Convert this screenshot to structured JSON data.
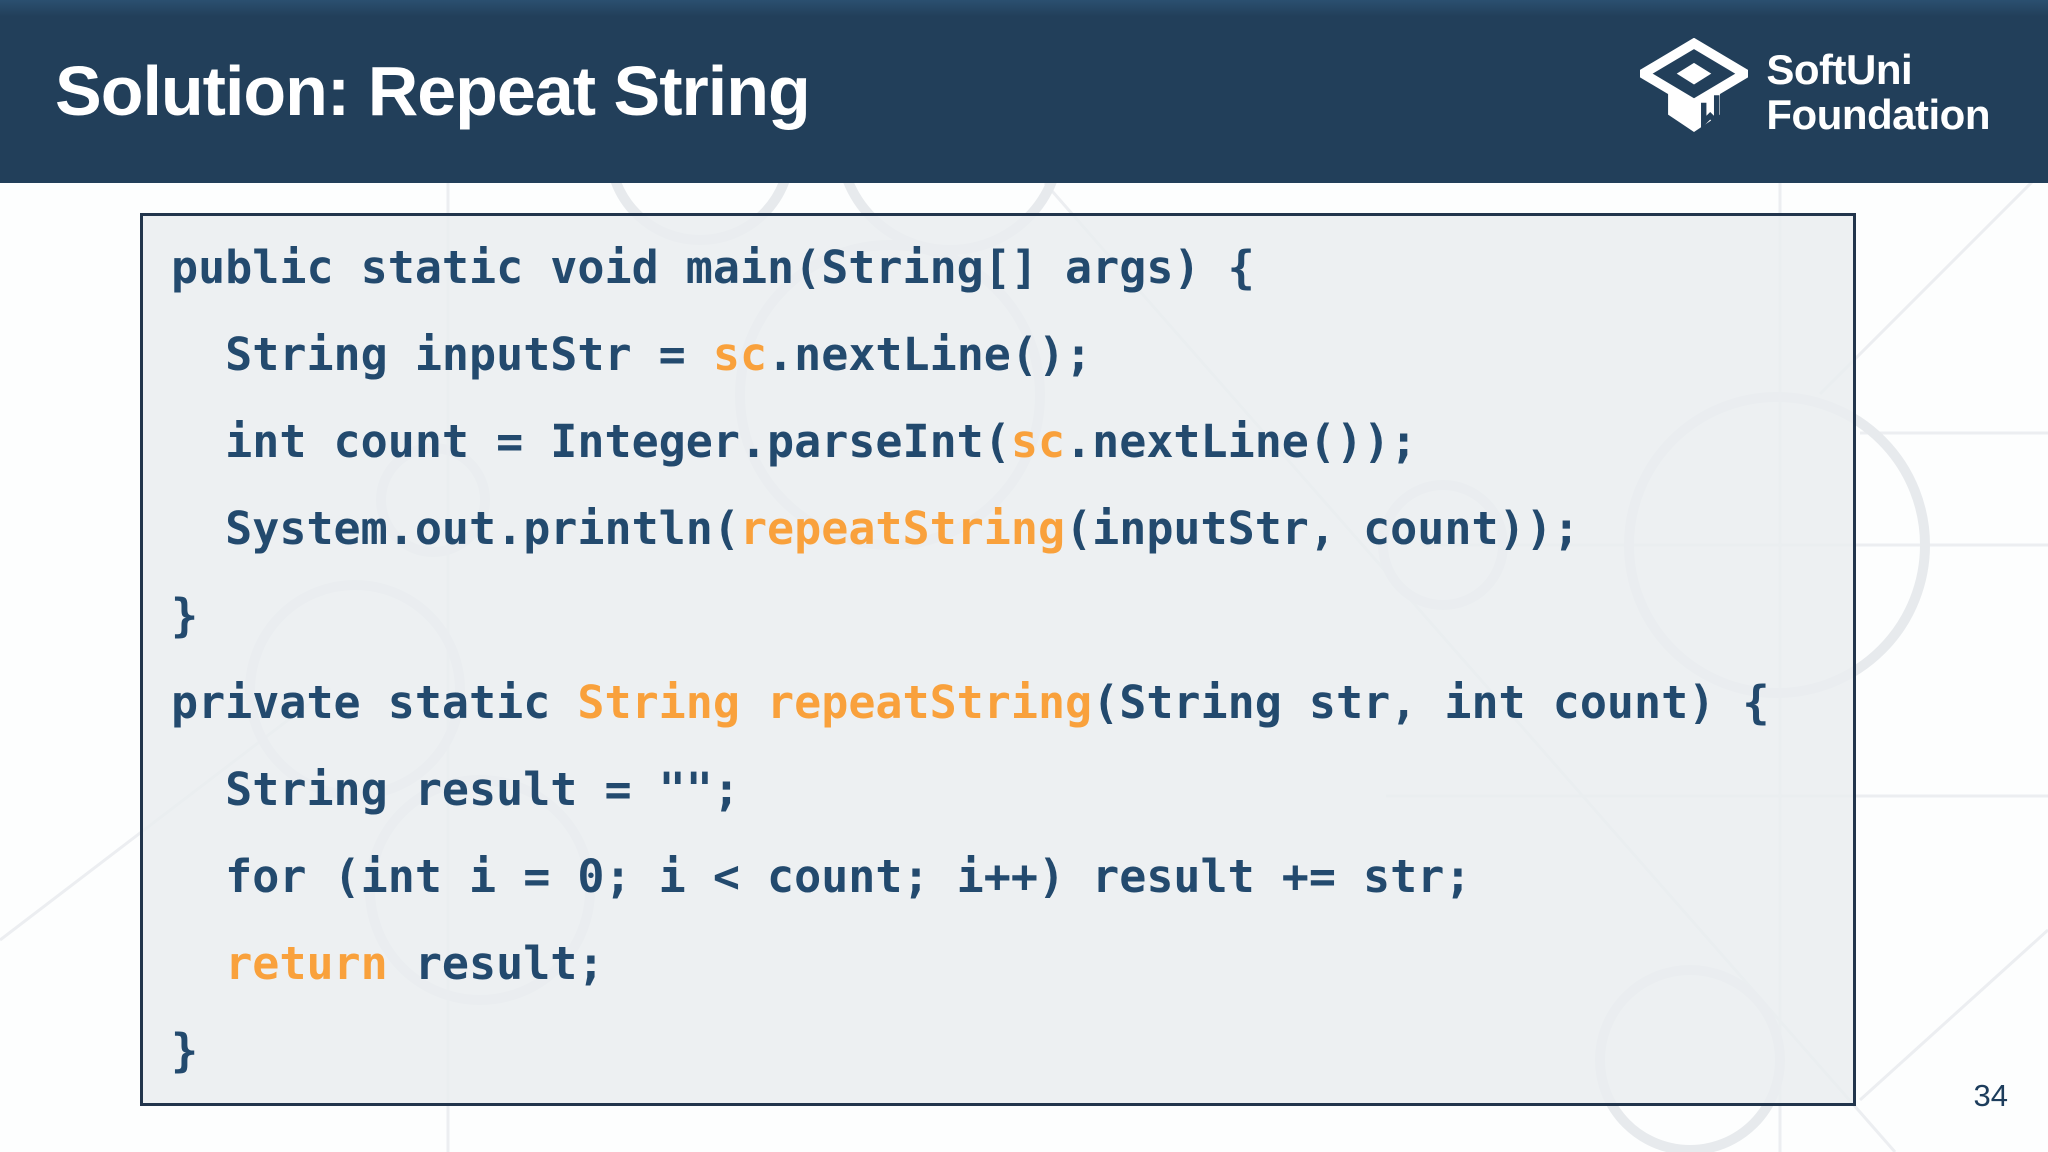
{
  "header": {
    "title": "Solution: Repeat String",
    "logo": {
      "line1": "SoftUni",
      "line2": "Foundation"
    }
  },
  "footer": {
    "page_number": "34"
  },
  "colors": {
    "header_bg": "#223F5A",
    "code_text": "#234A6E",
    "accent": "#F9A13C",
    "box_border": "#22354C",
    "box_bg": "rgba(234,237,240,0.85)",
    "pattern": "#E7EAED",
    "page_number": "#1D3D5C"
  },
  "code": {
    "lines": [
      [
        {
          "t": "public static void main(String[] args) {",
          "c": "d"
        }
      ],
      [
        {
          "t": "  String inputStr = ",
          "c": "d"
        },
        {
          "t": "sc",
          "c": "a"
        },
        {
          "t": ".nextLine();",
          "c": "d"
        }
      ],
      [
        {
          "t": "  int count = Integer.parseInt(",
          "c": "d"
        },
        {
          "t": "sc",
          "c": "a"
        },
        {
          "t": ".nextLine());",
          "c": "d"
        }
      ],
      [
        {
          "t": "  System.out.println(",
          "c": "d"
        },
        {
          "t": "repeatString",
          "c": "a"
        },
        {
          "t": "(inputStr, count));",
          "c": "d"
        }
      ],
      [
        {
          "t": "}",
          "c": "d"
        }
      ],
      [
        {
          "t": "private static ",
          "c": "d"
        },
        {
          "t": "String repeatString",
          "c": "a"
        },
        {
          "t": "(String str, int count) {",
          "c": "d"
        }
      ],
      [
        {
          "t": "  String result = \"\";",
          "c": "d"
        }
      ],
      [
        {
          "t": "  for (int i = 0; i < count; i++) result += str;",
          "c": "d"
        }
      ],
      [
        {
          "t": "  ",
          "c": "d"
        },
        {
          "t": "return",
          "c": "a"
        },
        {
          "t": " result;",
          "c": "d"
        }
      ],
      [
        {
          "t": "}",
          "c": "d"
        }
      ]
    ]
  }
}
